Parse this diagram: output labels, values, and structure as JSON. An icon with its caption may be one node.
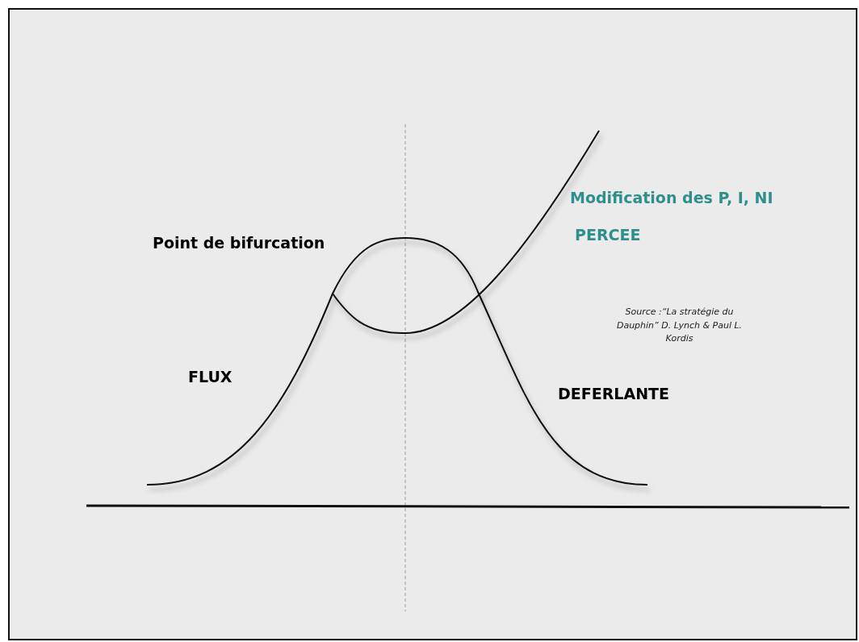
{
  "diagram": {
    "labels": [
      "Modification des P, I, NI",
      "PERCEE",
      "Point de bifurcation",
      "Source :“La stratégie du Dauphin” D. Lynch & Paul L. Kordis",
      "FLUX",
      "DEFERLANTE"
    ]
  }
}
